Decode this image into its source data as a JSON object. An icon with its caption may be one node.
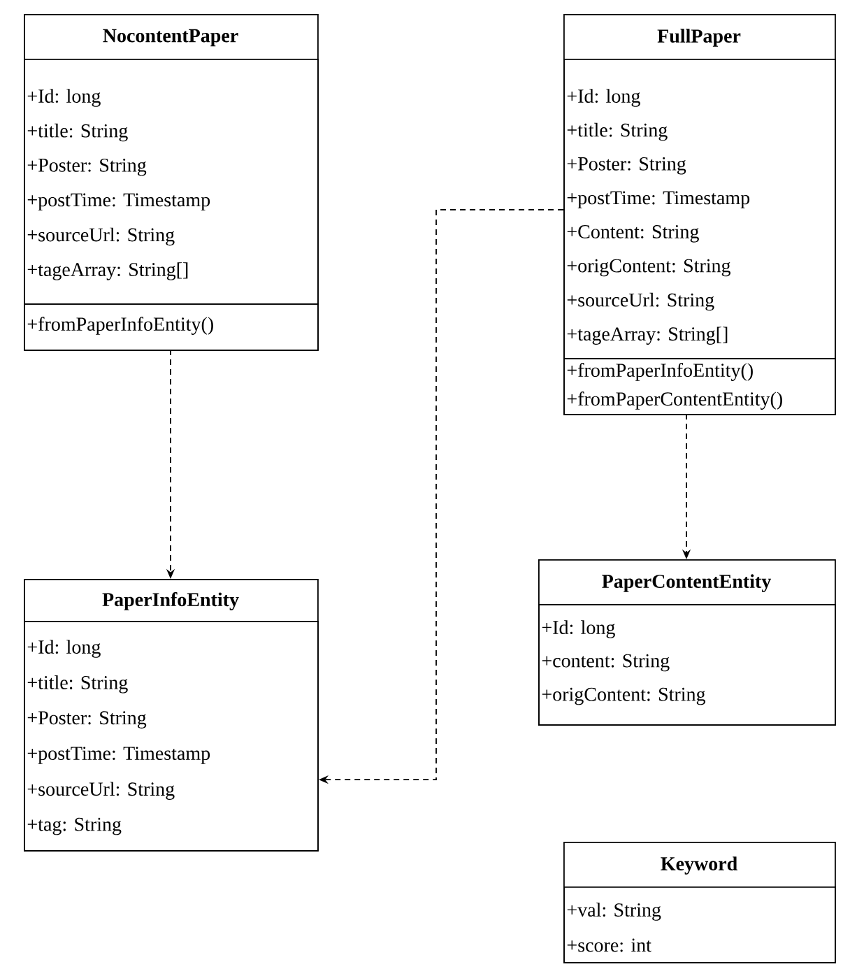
{
  "diagram": {
    "nodes": [
      {
        "text": [
          "NocontentPaper"
        ]
      },
      {
        "text": [
          "+Id: long",
          "+title: String",
          "+Poster: String",
          "+postTime: Timestamp",
          "+sourceUrl: String",
          "+tageArray: String[]"
        ],
        "in": 0
      },
      {
        "text": [
          "+fromPaperInfoEntity()"
        ],
        "in": 0
      },
      {
        "text": [
          "FullPaper"
        ]
      },
      {
        "text": [
          "+Id: long",
          "+title: String",
          "+Poster: String",
          "+postTime: Timestamp",
          "+Content: String",
          "+origContent: String",
          "+sourceUrl: String",
          "+tageArray: String[]"
        ],
        "in": 3
      },
      {
        "text": [
          "+fromPaperInfoEntity()",
          "+fromPaperContentEntity()"
        ],
        "in": 3
      },
      {
        "text": [
          "PaperInfoEntity"
        ]
      },
      {
        "text": [
          "+Id: long",
          "+title: String",
          "+Poster: String",
          "+postTime: Timestamp",
          "+sourceUrl: String",
          "+tag: String"
        ],
        "in": 6
      },
      {
        "text": [
          "PaperContentEntity"
        ]
      },
      {
        "text": [
          "+Id: long",
          "+content: String",
          "+origContent: String"
        ],
        "in": 8
      },
      {
        "text": [
          "Keyword"
        ]
      },
      {
        "text": [
          "+val: String",
          "+score: int"
        ],
        "in": 10
      }
    ],
    "edges": [
      {
        "from": 0,
        "to": 6,
        "arrow": "to",
        "style": "dashed"
      },
      {
        "from": 3,
        "to": 8,
        "arrow": "to",
        "style": "dashed"
      },
      {
        "from": 3,
        "to": 6,
        "arrow": "to",
        "style": "dashed"
      }
    ]
  }
}
